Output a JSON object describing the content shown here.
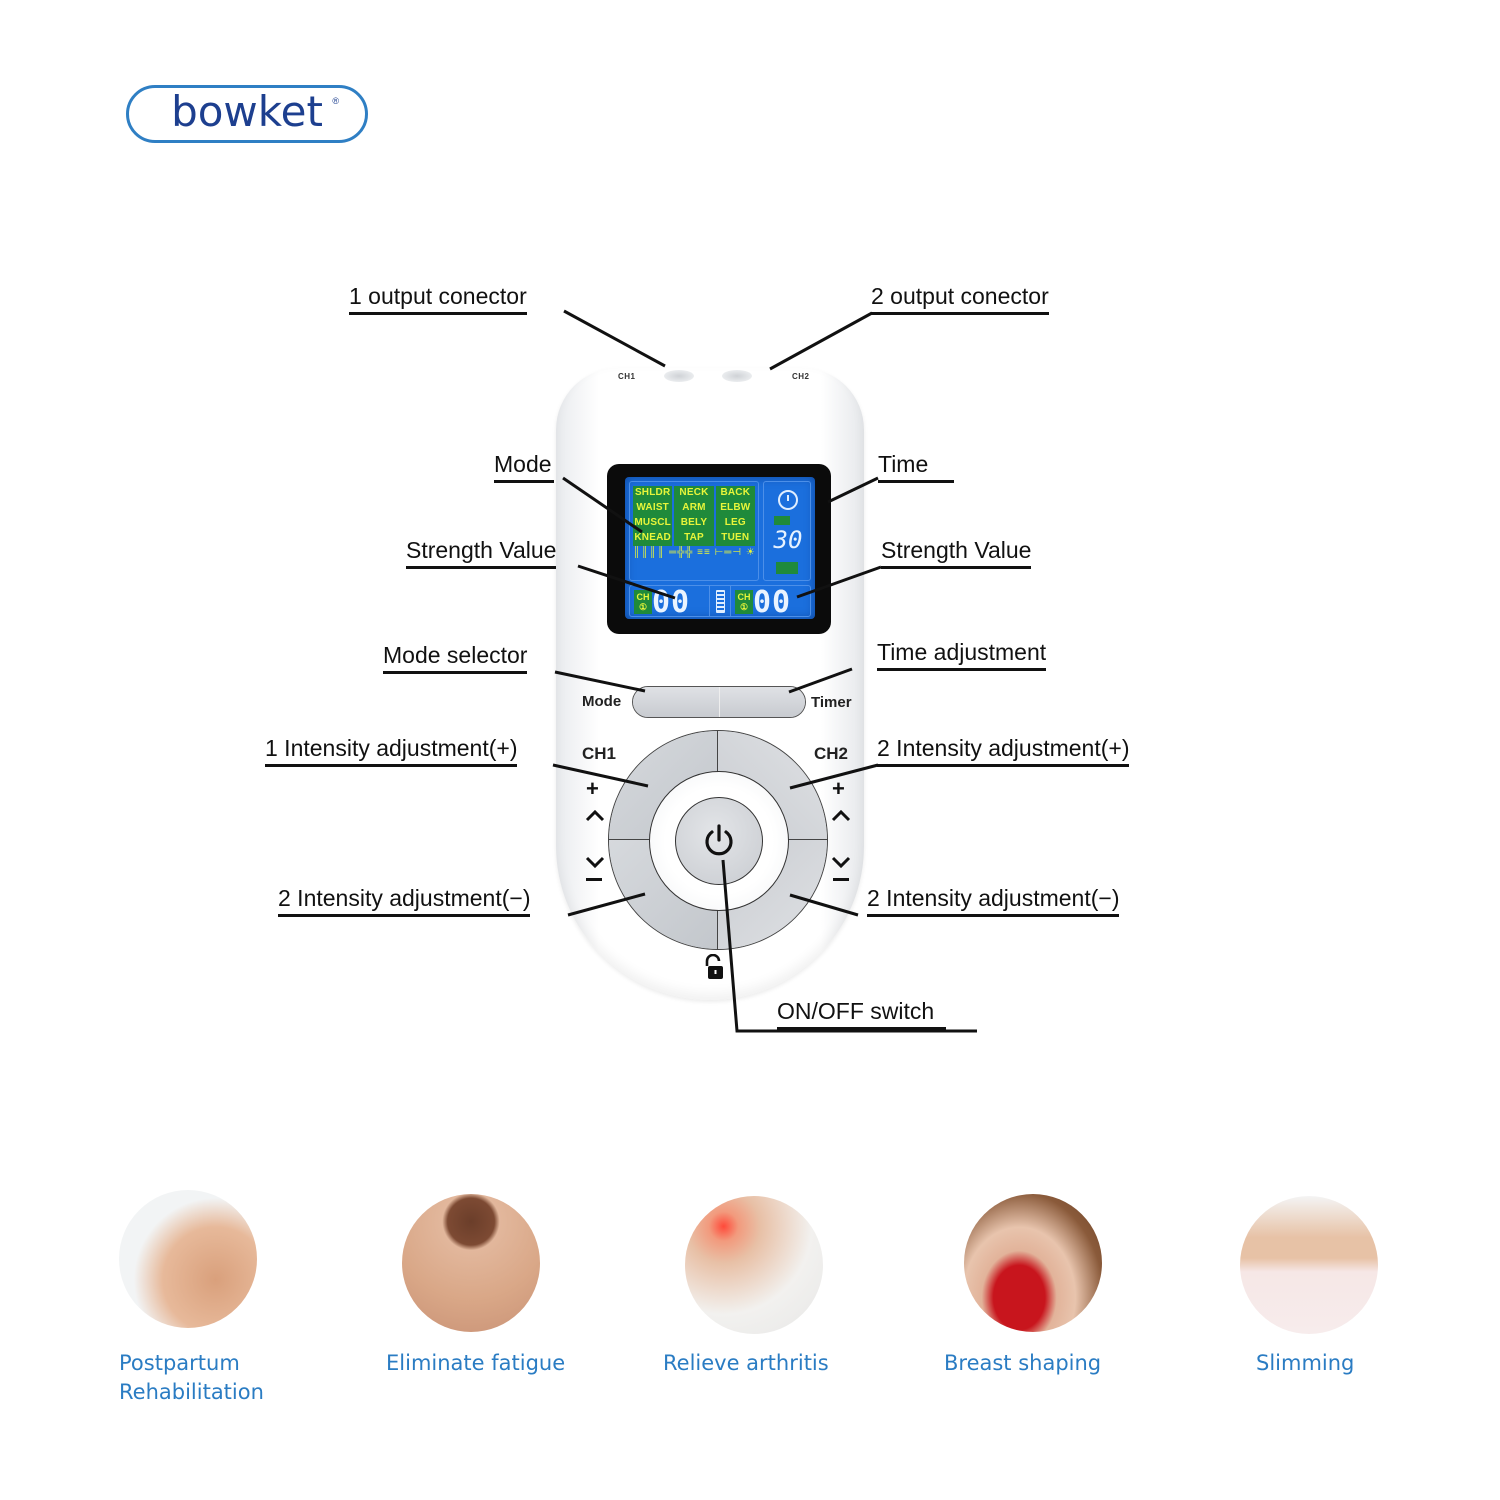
{
  "brand": {
    "logo_text": "bowket",
    "registered_mark": "®",
    "border_color": "#2f7fc4",
    "text_color": "#1d3f8f"
  },
  "callouts": {
    "output_connector_1": "1 output conector",
    "output_connector_2": "2 output conector",
    "mode": "Mode",
    "time": "Time",
    "strength_value_left": "Strength Value",
    "strength_value_right": "Strength Value",
    "mode_selector": "Mode selector",
    "time_adjustment": "Time adjustment",
    "intensity_1_plus": "1 Intensity adjustment(+)",
    "intensity_2_plus": "2 Intensity adjustment(+)",
    "intensity_1_minus": "2 Intensity adjustment(−)",
    "intensity_2_minus": "2 Intensity adjustment(−)",
    "on_off": "ON/OFF switch"
  },
  "device": {
    "port_labels": [
      "CH1",
      "CH2"
    ],
    "lcd": {
      "modes": [
        "SHLDR",
        "NECK",
        "BACK",
        "WAIST",
        "ARM",
        "ELBW",
        "MUSCL",
        "BELY",
        "LEG",
        "KNEAD",
        "TAP",
        "TUEN"
      ],
      "wave_row": "║║║║ ═╬╬ ≡≡ ⊢═⊣ ☀ ʌʌ ∧",
      "timer_value": "30",
      "ch1": {
        "tag": "CH",
        "num": "①",
        "value": "00"
      },
      "ch2": {
        "tag": "CH",
        "num": "①",
        "value": "00"
      }
    },
    "buttons": {
      "mode_label": "Mode",
      "timer_label": "Timer",
      "ch1_label": "CH1",
      "ch2_label": "CH2",
      "plus": "+",
      "up": "^",
      "down": "∨",
      "minus": "−"
    },
    "colors": {
      "lcd_bg": "#1b6fdd",
      "lcd_text": "#e7f53a",
      "lcd_tag": "#1f8a3b"
    }
  },
  "benefits": [
    {
      "label_line1": "Postpartum",
      "label_line2": "Rehabilitation",
      "icon": "thigh-photo"
    },
    {
      "label_line1": "Eliminate fatigue",
      "icon": "shoulder-massage-photo"
    },
    {
      "label_line1": "Relieve arthritis",
      "icon": "wrist-pain-photo"
    },
    {
      "label_line1": "Breast shaping",
      "icon": "red-bra-photo"
    },
    {
      "label_line1": "Slimming",
      "icon": "waist-slimming-photo"
    }
  ],
  "benefit_color": "#2a7cc3"
}
